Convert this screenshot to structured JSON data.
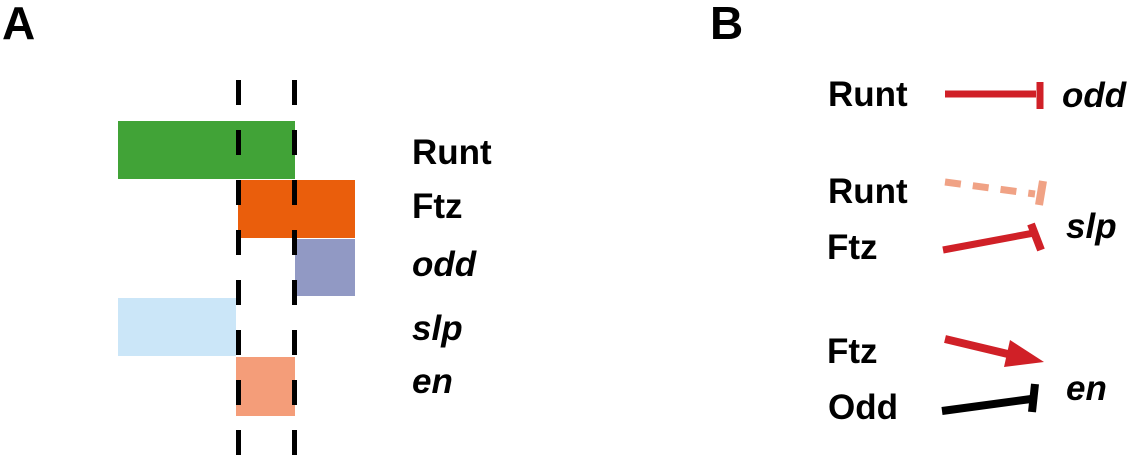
{
  "panelA": {
    "label": "A",
    "bars": [
      {
        "gene": "Runt",
        "color": "#41a337"
      },
      {
        "gene": "Ftz",
        "color": "#ea5e0c"
      },
      {
        "gene": "odd",
        "color": "#9199c4"
      },
      {
        "gene": "slp",
        "color": "#cbe6f8"
      },
      {
        "gene": "en",
        "color": "#f49d79"
      }
    ],
    "row_labels": [
      "Runt",
      "Ftz",
      "odd",
      "slp",
      "en"
    ],
    "dashed_line_color": "#000000"
  },
  "panelB": {
    "label": "B",
    "interactions": [
      {
        "source": "Runt",
        "target": "odd",
        "type": "repression",
        "line_style": "solid",
        "color": "#d02027"
      },
      {
        "source": "Runt",
        "target": "slp",
        "type": "repression",
        "line_style": "dashed",
        "color": "#f0a285"
      },
      {
        "source": "Ftz",
        "target": "slp",
        "type": "repression",
        "line_style": "solid",
        "color": "#d02027"
      },
      {
        "source": "Ftz",
        "target": "en",
        "type": "activation",
        "line_style": "solid",
        "color": "#d02027"
      },
      {
        "source": "Odd",
        "target": "en",
        "type": "repression",
        "line_style": "solid",
        "color": "#000000"
      }
    ],
    "targets": [
      "odd",
      "slp",
      "en"
    ]
  }
}
